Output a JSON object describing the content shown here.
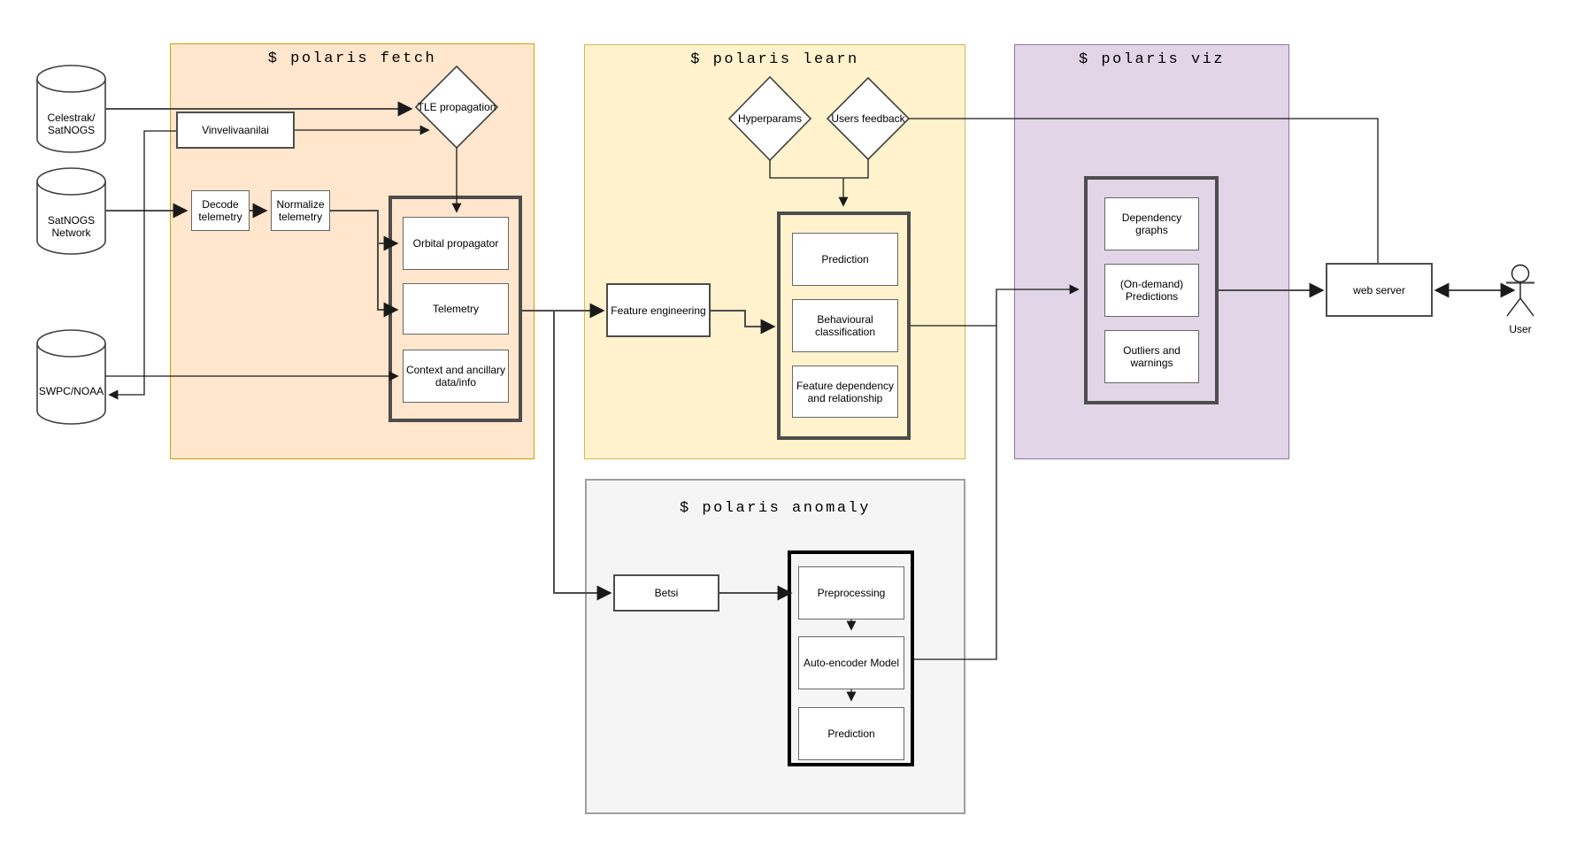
{
  "sections": {
    "fetch": {
      "title": "$ polaris fetch"
    },
    "learn": {
      "title": "$ polaris learn"
    },
    "viz": {
      "title": "$ polaris viz"
    },
    "anomaly": {
      "title": "$ polaris anomaly"
    }
  },
  "sources": {
    "celestrak": "Celestrak/\nSatNOGS",
    "satnogs": "SatNOGS\nNetwork",
    "swpc": "SWPC/NOAA"
  },
  "nodes": {
    "vinvelivaanilai": "Vinvelivaanilai",
    "tle_propagation": "TLE propagation",
    "decode_telemetry": "Decode\ntelemetry",
    "normalize_telemetry": "Normalize\ntelemetry",
    "orbital_propagator": "Orbital propagator",
    "telemetry": "Telemetry",
    "context_ancillary": "Context and ancillary\ndata/info",
    "hyperparams": "Hyperparams",
    "users_feedback": "Users feedback",
    "feature_engineering": "Feature engineering",
    "prediction": "Prediction",
    "behavioural_classification": "Behavioural\nclassification",
    "feature_dependency": "Feature dependency\nand relationship",
    "dependency_graphs": "Dependency\ngraphs",
    "on_demand_predictions": "(On-demand)\nPredictions",
    "outliers_warnings": "Outliers and\nwarnings",
    "betsi": "Betsi",
    "preprocessing": "Preprocessing",
    "autoencoder_model": "Auto-encoder Model",
    "anomaly_prediction": "Prediction",
    "web_server": "web server",
    "user": "User"
  },
  "colors": {
    "fetch_fill": "#ffe6cc",
    "fetch_border": "#d79b00",
    "learn_fill": "#fff2cc",
    "learn_border": "#d6b656",
    "viz_fill": "#e1d5e7",
    "viz_border": "#9673a6",
    "anomaly_fill": "#f5f5f5",
    "anomaly_border": "#9e9e9e",
    "node_border": "#666666",
    "wire": "#1a1a1a"
  }
}
